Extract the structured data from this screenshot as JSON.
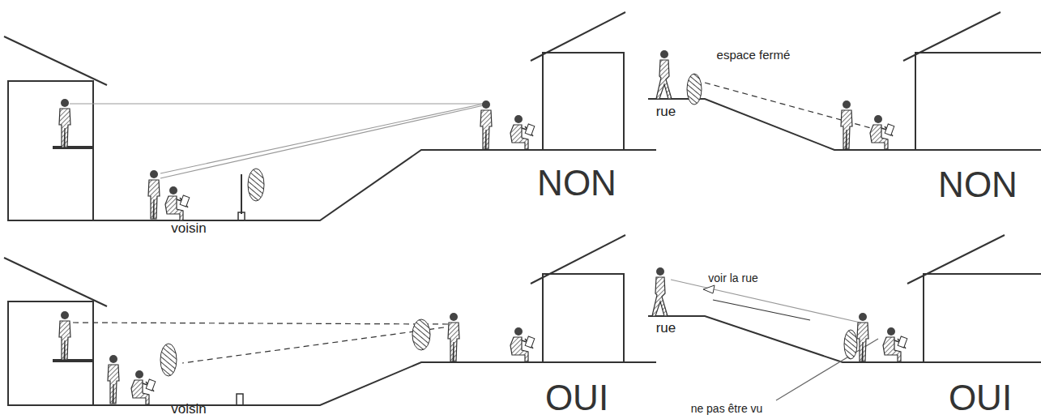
{
  "diagram": {
    "labels": [
      "voisin",
      "NON",
      "espace fermé",
      "rue",
      "NON",
      "voisin",
      "OUI",
      "voir la rue",
      "rue",
      "ne pas être vu",
      "OUI"
    ]
  }
}
